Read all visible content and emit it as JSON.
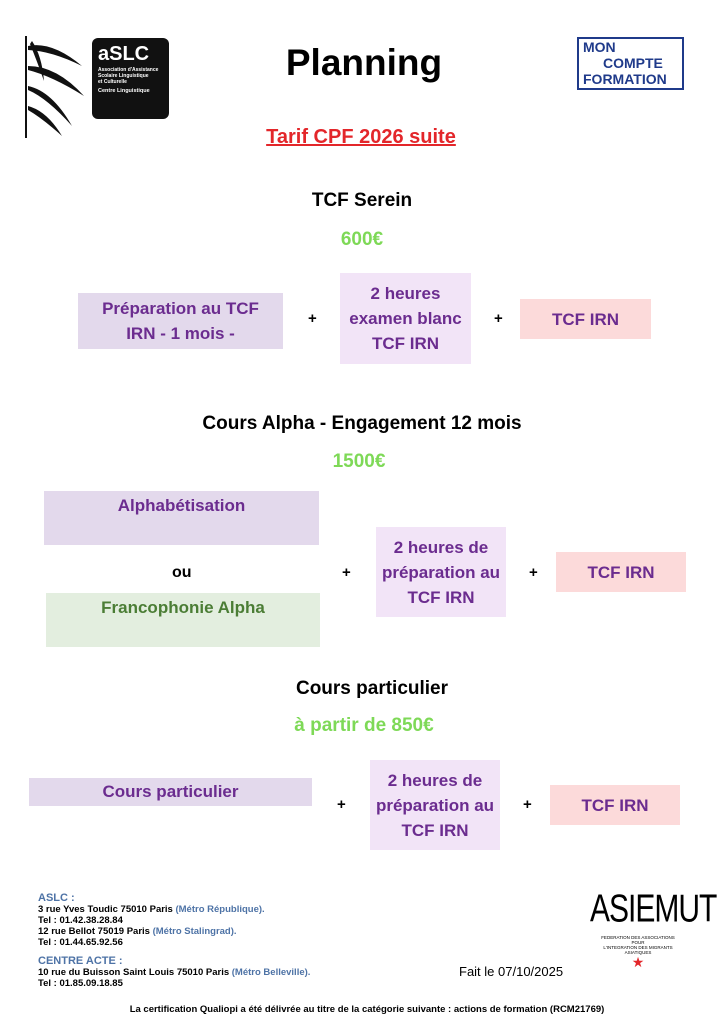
{
  "header": {
    "title": "Planning",
    "subtitle": "Tarif CPF 2026 suite",
    "aslc_logo": {
      "name": "aSLC",
      "line1": "Association d'Assistance",
      "line2": "Scolaire Linguistique",
      "line3": "et Culturelle",
      "line4": "Centre Linguistique"
    },
    "cpf_logo": {
      "line1": "MON",
      "line2": "COMPTE",
      "line3": "FORMATION"
    }
  },
  "sections": [
    {
      "title": "TCF Serein",
      "price": "600€",
      "items": [
        "Préparation au TCF IRN - 1 mois -",
        "2 heures examen blanc TCF IRN",
        "TCF IRN"
      ]
    },
    {
      "title": "Cours Alpha - Engagement 12 mois",
      "price": "1500€",
      "items": [
        "Alphabétisation",
        "ou",
        "Francophonie Alpha",
        "2 heures de préparation au TCF IRN",
        "TCF IRN"
      ]
    },
    {
      "title": "Cours particulier",
      "price": "à partir de 850€",
      "items": [
        "Cours particulier",
        "2 heures de préparation au TCF IRN",
        "TCF IRN"
      ]
    }
  ],
  "plus": "+",
  "colors": {
    "title_red": "#e3262a",
    "price_green": "#7ed957",
    "purple_text": "#6b2c8f",
    "green_text": "#4b7d35"
  },
  "footer": {
    "aslc_label": "ASLC :",
    "addr1": "3 rue Yves Toudic 75010 Paris",
    "metro1": "(Métro République).",
    "tel1": "Tel : 01.42.38.28.84",
    "addr2": "12 rue Bellot 75019 Paris",
    "metro2": "(Métro Stalingrad).",
    "tel2": "Tel : 01.44.65.92.56",
    "acte_label": "CENTRE ACTE :",
    "addr3": "10 rue du Buisson Saint Louis 75010 Paris",
    "metro3": "(Métro Belleville).",
    "tel3": "Tel : 01.85.09.18.85",
    "date": "Fait le 07/10/2025",
    "qualiopi": "La certification Qualiopi a été délivrée au titre de la catégorie suivante : actions de formation (RCM21769)",
    "asiemut": {
      "name": "ASIEMUT",
      "l1": "FEDERATION DES ASSOCIATIONS",
      "l2": "POUR",
      "l3": "L'INTEGRATION DES MIGRANTS",
      "l4": "ASIATIQUES"
    }
  }
}
